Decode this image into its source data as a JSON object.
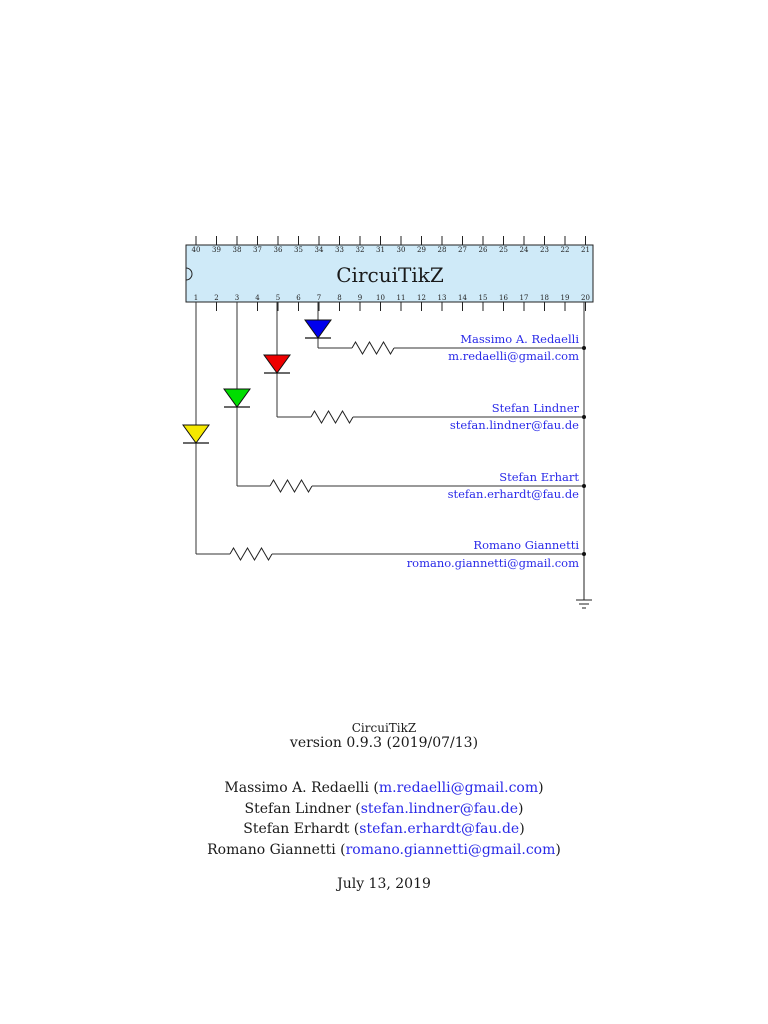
{
  "chip": {
    "title": "CircuiTikZ",
    "top_pins": [
      "40",
      "39",
      "38",
      "37",
      "36",
      "35",
      "34",
      "33",
      "32",
      "31",
      "30",
      "29",
      "28",
      "27",
      "26",
      "25",
      "24",
      "23",
      "22",
      "21"
    ],
    "bottom_pins": [
      "1",
      "2",
      "3",
      "4",
      "5",
      "6",
      "7",
      "8",
      "9",
      "10",
      "11",
      "12",
      "13",
      "14",
      "15",
      "16",
      "17",
      "18",
      "19",
      "20"
    ],
    "fill_color": "#cfeaf8"
  },
  "leds": [
    {
      "color": "#0000ee",
      "pin": "7"
    },
    {
      "color": "#ee0000",
      "pin": "5"
    },
    {
      "color": "#00dd00",
      "pin": "3"
    },
    {
      "color": "#f5e800",
      "pin": "1"
    }
  ],
  "authors_diagram": [
    {
      "name": "Massimo A. Redaelli",
      "email": "m.redaelli@gmail.com"
    },
    {
      "name": "Stefan Lindner",
      "email": "stefan.lindner@fau.de"
    },
    {
      "name": "Stefan Erhart",
      "email": "stefan.erhardt@fau.de"
    },
    {
      "name": "Romano Giannetti",
      "email": "romano.giannetti@gmail.com"
    }
  ],
  "title_block": {
    "package": "CircuiTikZ",
    "version": "version 0.9.3 (2019/07/13)",
    "date": "July 13, 2019"
  },
  "authors": [
    {
      "name": "Massimo A. Redaelli",
      "email": "m.redaelli@gmail.com"
    },
    {
      "name": "Stefan Lindner",
      "email": "stefan.lindner@fau.de"
    },
    {
      "name": "Stefan Erhardt",
      "email": "stefan.erhardt@fau.de"
    },
    {
      "name": "Romano Giannetti",
      "email": "romano.giannetti@gmail.com"
    }
  ],
  "link_color": "#2a2ae8"
}
